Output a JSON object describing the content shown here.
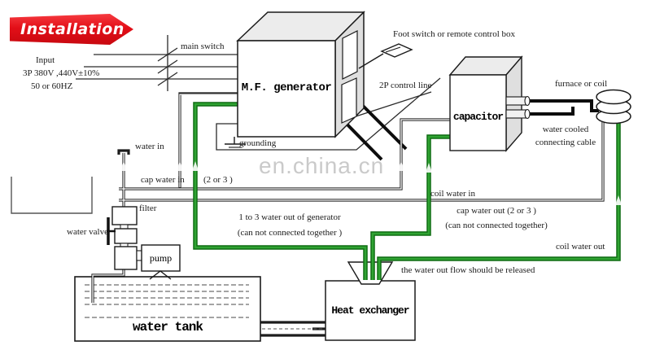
{
  "banner": {
    "label": "Installation"
  },
  "power": {
    "input_title": "Input",
    "input_spec": "3P 380V ,440V±10%",
    "input_freq": "50 or 60HZ",
    "main_switch": "main switch"
  },
  "devices": {
    "generator": "M.F. generator",
    "capacitor": "capacitor",
    "heat_exchanger": "Heat exchanger",
    "water_tank": "water tank",
    "pump": "pump",
    "filter": "filter",
    "furnace": "furnace or coil",
    "foot_switch": "Foot switch or remote control box"
  },
  "wiring": {
    "control_line": "2P control line",
    "grounding": "grounding",
    "cable_note_1": "water cooled",
    "cable_note_2": "connecting cable"
  },
  "water": {
    "water_in": "water in",
    "cap_water_in": "cap water in",
    "cap_water_in_qty": "(2 or 3 )",
    "coil_water_in": "coil water in",
    "water_valve": "water valve",
    "gen_out_line1": "1 to 3 water out of generator",
    "gen_out_line2": "(can not connected together )",
    "cap_out_line1": "cap water out (2 or 3 )",
    "cap_out_line2": "(can not connected together)",
    "coil_water_out": "coil water out",
    "release_note": "the water out flow should be released"
  },
  "watermark": {
    "text": "en.china.cn"
  },
  "colors": {
    "pipe_green": "#17891c",
    "banner_red": "#e30f18",
    "line_black": "#1a1a1a"
  }
}
